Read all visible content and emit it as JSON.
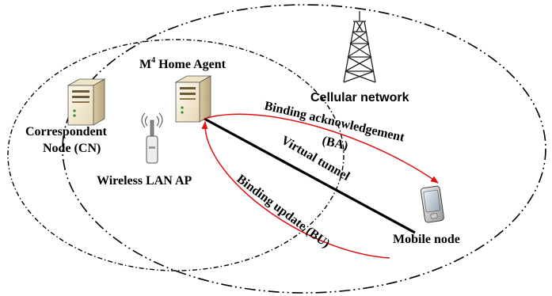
{
  "diagram": {
    "labels": {
      "home_agent": "M",
      "home_agent_sup": "4",
      "home_agent_rest": " Home Agent",
      "cellular": "Cellular network",
      "cn_line1": "Correspondent",
      "cn_line2": "Node (CN)",
      "wlan": "Wireless LAN AP",
      "ba_line1": "Binding acknowledgement",
      "ba_line2": "(BA)",
      "tunnel": "Virtual tunnel",
      "bu": "Binding update (BU)",
      "mobile": "Mobile node"
    },
    "colors": {
      "arrow": "#e01010",
      "tunnel": "#000000",
      "boundary": "#000000",
      "server_body": "#e8dcc0",
      "server_front": "#fbf4e2"
    },
    "icons": [
      "server-icon",
      "cell-tower-icon",
      "wifi-ap-icon",
      "mobile-phone-icon"
    ]
  }
}
